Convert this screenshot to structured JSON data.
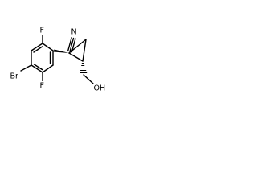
{
  "molecule": {
    "atoms": {
      "n": "N",
      "f_top": "F",
      "f_bottom": "F",
      "br": "Br",
      "oh": "OH"
    }
  }
}
